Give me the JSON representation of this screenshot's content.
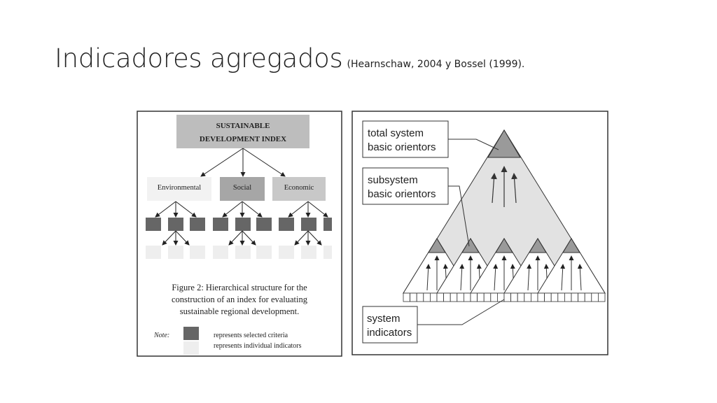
{
  "title": {
    "main": "Indicadores agregados",
    "citation": "(Hearnschaw, 2004 y Bossel (1999)."
  },
  "left_figure": {
    "index_box": {
      "line1": "SUSTAINABLE",
      "line2": "DEVELOPMENT INDEX"
    },
    "categories": [
      "Environmental",
      "Social",
      "Economic"
    ],
    "caption": {
      "line1": "Figure 2: Hierarchical structure for the",
      "line2": "construction of an index for evaluating",
      "line3": "sustainable regional development."
    },
    "note": {
      "label": "Note:",
      "selected": "represents selected criteria",
      "individual": "represents individual indicators"
    }
  },
  "right_figure": {
    "total": {
      "line1": "total system",
      "line2": "basic orientors"
    },
    "subsystem": {
      "line1": "subsystem",
      "line2": "basic orientors"
    },
    "indicators": {
      "line1": "system",
      "line2": "indicators"
    }
  },
  "colors": {
    "dark_square": "#666666",
    "light_square": "#eeeeee",
    "index_box": "#bdbdbd",
    "social_box": "#a6a6a6",
    "economic_box": "#c8c8c8",
    "environmental_box": "#f2f2f2",
    "pyramid_fill": "#e2e2e2",
    "pyramid_cap": "#9a9a9a"
  }
}
